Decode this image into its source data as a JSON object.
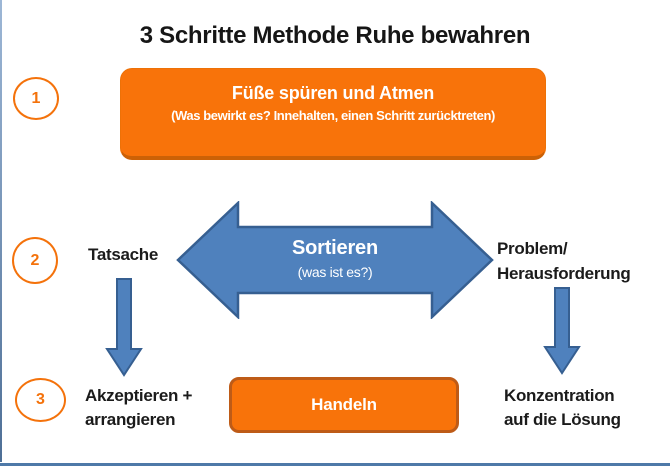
{
  "title": "3 Schritte Methode Ruhe bewahren",
  "steps": [
    {
      "number": "1"
    },
    {
      "number": "2"
    },
    {
      "number": "3"
    }
  ],
  "step1": {
    "box_title": "Füße spüren und Atmen",
    "box_subtitle": "(Was bewirkt es? Innehalten, einen Schritt zurücktreten)"
  },
  "step2": {
    "left_label": "Tatsache",
    "arrow_title": "Sortieren",
    "arrow_subtitle": "(was ist es?)",
    "right_label_line1": "Problem/",
    "right_label_line2": "Herausforderung"
  },
  "step3": {
    "left_label_line1": "Akzeptieren +",
    "left_label_line2": "arrangieren",
    "box_label": "Handeln",
    "right_label_line1": "Konzentration",
    "right_label_line2": "auf die Lösung"
  },
  "colors": {
    "orange_fill": "#F8730A",
    "orange_box_border": "#CC6106",
    "handeln_border": "#BE5B17",
    "arrow_blue_fill": "#4F81BD",
    "arrow_blue_border": "#365F91",
    "step_circle_orange": "#F4720B",
    "frame_left": "#9DB7D6",
    "frame_bottom": "#4E79A8",
    "text_black": "#1B1B1B"
  }
}
